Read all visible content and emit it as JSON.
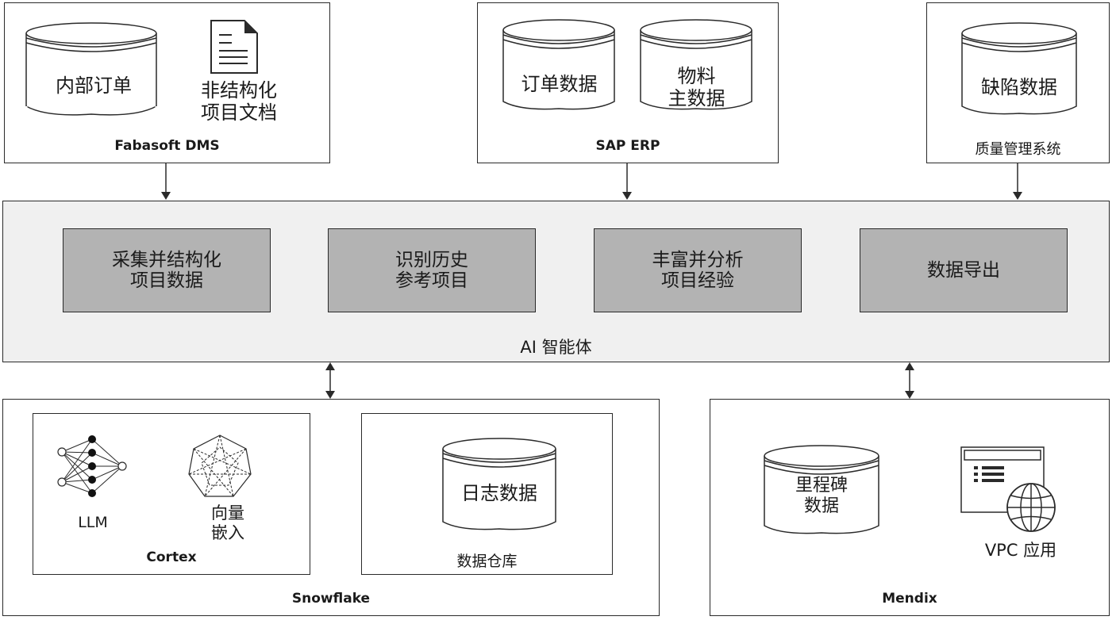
{
  "sources": {
    "fabasoft": {
      "title": "Fabasoft DMS",
      "db_label": "内部订单",
      "doc_label": "非结构化\n项目文档"
    },
    "sap": {
      "title": "SAP ERP",
      "db1_label": "订单数据",
      "db2_label": "物料\n主数据"
    },
    "quality": {
      "title": "质量管理系统",
      "db_label": "缺陷数据"
    }
  },
  "agent": {
    "title": "AI 智能体",
    "steps": [
      "采集并结构化\n项目数据",
      "识别历史\n参考项目",
      "丰富并分析\n项目经验",
      "数据导出"
    ]
  },
  "snowflake": {
    "title": "Snowflake",
    "cortex": {
      "title": "Cortex",
      "llm_label": "LLM",
      "embed_label": "向量\n嵌入"
    },
    "warehouse": {
      "title": "数据仓库",
      "db_label": "日志数据"
    }
  },
  "mendix": {
    "title": "Mendix",
    "db_label": "里程碑\n数据",
    "vpc_label": "VPC 应用"
  },
  "colors": {
    "step_fill": "#b3b3b3",
    "agent_band": "#f0f0f0",
    "stroke": "#2a2a2a"
  }
}
